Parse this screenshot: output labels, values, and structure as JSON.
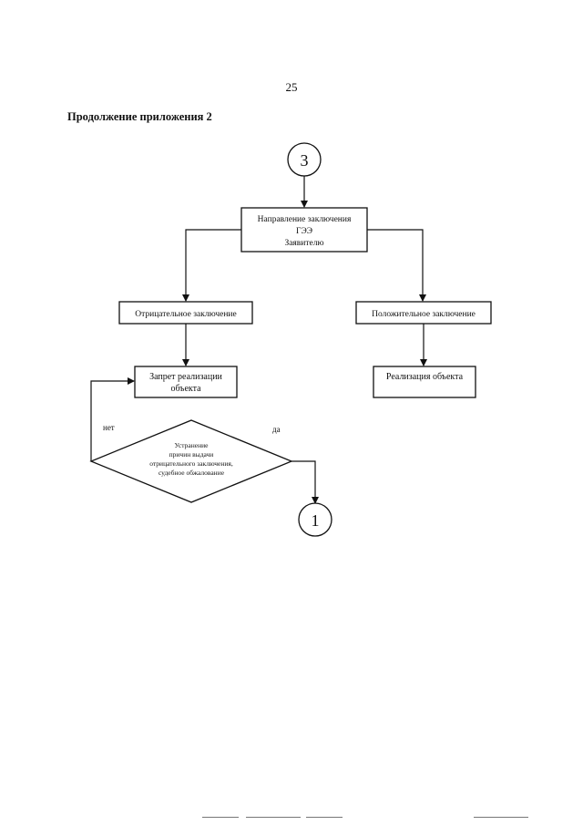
{
  "page": {
    "number": "25",
    "heading": "Продолжение приложения 2"
  },
  "flowchart": {
    "start_connector": "3",
    "end_connector": "1",
    "send_box": [
      "Направление заключения",
      "ГЭЭ",
      "Заявителю"
    ],
    "negative_box": "Отрицательное заключение",
    "positive_box": "Положительное заключение",
    "ban_box": [
      "Запрет реализации",
      "объекта"
    ],
    "implement_box": "Реализация объекта",
    "decision": [
      "Устранение",
      "причин выдачи",
      "отрицательного заключения,",
      "судебное обжалование"
    ],
    "label_no": "нет",
    "label_yes": "да"
  }
}
